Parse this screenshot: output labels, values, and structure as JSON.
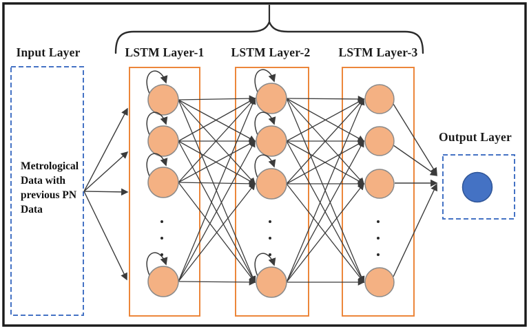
{
  "figure": {
    "labels": {
      "input_layer": "Input Layer",
      "lstm_layer_1": "LSTM Layer-1",
      "lstm_layer_2": "LSTM Layer-2",
      "lstm_layer_3": "LSTM Layer-3",
      "output_layer": "Output Layer"
    },
    "input_description": {
      "line1": "Metrological",
      "line2": "Data with",
      "line3": "previous PN",
      "line4": "Data"
    },
    "network": {
      "lstm_layer_count": 3,
      "visible_nodes_per_lstm_layer": 4,
      "hidden_nodes_indicator": "vertical ellipsis dots between third and bottom node",
      "recurrent_self_loops_on": [
        "LSTM Layer-1",
        "LSTM Layer-2"
      ],
      "input_fan_arrows": 4,
      "output_nodes": 1,
      "connectivity": "fully connected between consecutive LSTM layers"
    },
    "colors": {
      "lstm_node_fill": "#F4B183",
      "lstm_node_stroke": "#8A8A8A",
      "lstm_box_stroke": "#EC863A",
      "io_box_stroke": "#4472C4",
      "output_node_fill": "#4472C4",
      "output_node_stroke": "#2F5597",
      "connection_stroke": "#3B3B3B",
      "frame_stroke": "#1A1A1A",
      "text_color": "#1A1A1A"
    }
  }
}
